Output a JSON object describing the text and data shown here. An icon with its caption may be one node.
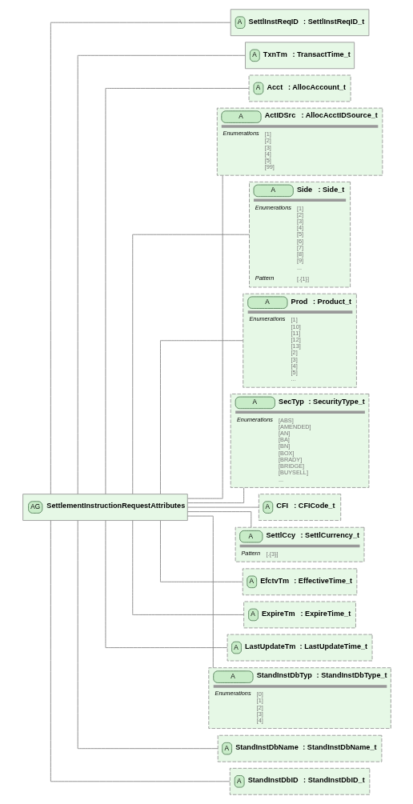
{
  "diagram": {
    "nodes": [
      {
        "text": [
          "AG",
          "SettlementInstructionRequestAttributes"
        ]
      },
      {
        "text": [
          "A",
          "SettlInstReqID",
          ": SettlInstReqID_t"
        ]
      },
      {
        "text": [
          "A",
          "TxnTm",
          ": TransactTime_t"
        ]
      },
      {
        "text": [
          "A",
          "Acct",
          ": AllocAccount_t"
        ]
      },
      {
        "text": [
          "A",
          "ActIDSrc",
          ": AllocAcctIDSource_t",
          "Enumerations",
          "[1] [2] [3] [4] [5] [99]"
        ]
      },
      {
        "text": [
          "A",
          "Side",
          ": Side_t",
          "Enumerations",
          "[1] [2] [3] [4] [5] [6] [7] [8] [9] ...",
          "Pattern",
          "[.{1}]"
        ]
      },
      {
        "text": [
          "A",
          "Prod",
          ": Product_t",
          "Enumerations",
          "[1] [10] [11] [12] [13] [2] [3] [4] [5] ..."
        ]
      },
      {
        "text": [
          "A",
          "SecTyp",
          ": SecurityType_t",
          "Enumerations",
          "[ABS] [AMENDED] [AN] [BA] [BN] [BOX] [BRADY] [BRIDGE] [BUYSELL] ..."
        ]
      },
      {
        "text": [
          "A",
          "CFI",
          ": CFICode_t"
        ]
      },
      {
        "text": [
          "A",
          "SettlCcy",
          ": SettlCurrency_t",
          "Pattern",
          "[.{3}]"
        ]
      },
      {
        "text": [
          "A",
          "EfctvTm",
          ": EffectiveTime_t"
        ]
      },
      {
        "text": [
          "A",
          "ExpireTm",
          ": ExpireTime_t"
        ]
      },
      {
        "text": [
          "A",
          "LastUpdateTm",
          ": LastUpdateTime_t"
        ]
      },
      {
        "text": [
          "A",
          "StandInstDbTyp",
          ": StandInstDbType_t",
          "Enumerations",
          "[0] [1] [2] [3] [4]"
        ]
      },
      {
        "text": [
          "A",
          "StandInstDbName",
          ": StandInstDbName_t"
        ]
      },
      {
        "text": [
          "A",
          "StandInstDbID",
          ": StandInstDbID_t"
        ]
      }
    ],
    "edges": [
      {
        "from": 0,
        "to": 1,
        "arrow": "none"
      },
      {
        "from": 0,
        "to": 2,
        "arrow": "none"
      },
      {
        "from": 0,
        "to": 3,
        "arrow": "none"
      },
      {
        "from": 0,
        "to": 4,
        "arrow": "none"
      },
      {
        "from": 0,
        "to": 5,
        "arrow": "none"
      },
      {
        "from": 0,
        "to": 6,
        "arrow": "none"
      },
      {
        "from": 0,
        "to": 7,
        "arrow": "none"
      },
      {
        "from": 0,
        "to": 8,
        "arrow": "none"
      },
      {
        "from": 0,
        "to": 9,
        "arrow": "none"
      },
      {
        "from": 0,
        "to": 10,
        "arrow": "none"
      },
      {
        "from": 0,
        "to": 11,
        "arrow": "none"
      },
      {
        "from": 0,
        "to": 12,
        "arrow": "none"
      },
      {
        "from": 0,
        "to": 13,
        "arrow": "none"
      },
      {
        "from": 0,
        "to": 14,
        "arrow": "none"
      },
      {
        "from": 0,
        "to": 15,
        "arrow": "none"
      }
    ]
  }
}
